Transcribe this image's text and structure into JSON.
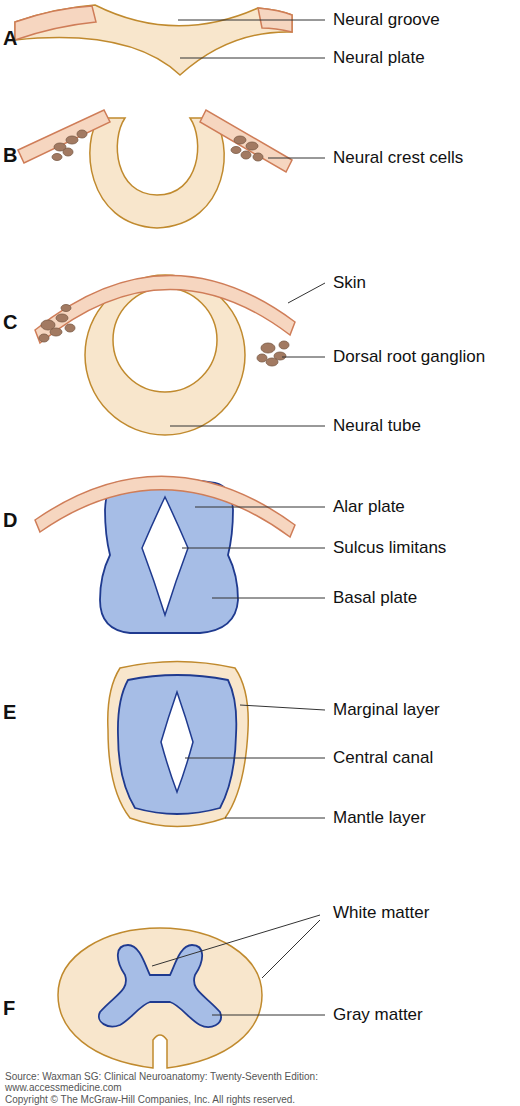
{
  "diagram": {
    "labels": [
      "A",
      "Neural groove",
      "Neural plate",
      "B",
      "Neural crest cells",
      "C",
      "Skin",
      "Dorsal root ganglion",
      "Neural tube",
      "D",
      "Alar plate",
      "Sulcus limitans",
      "Basal plate",
      "E",
      "Marginal layer",
      "Central canal",
      "Mantle layer",
      "F",
      "White matter",
      "Gray matter",
      "Source: Waxman SG: Clinical Neuroanatomy: Twenty-Seventh Edition:",
      "www.accessmedicine.com",
      "Copyright © The McGraw-Hill Companies, Inc. All rights reserved."
    ]
  }
}
